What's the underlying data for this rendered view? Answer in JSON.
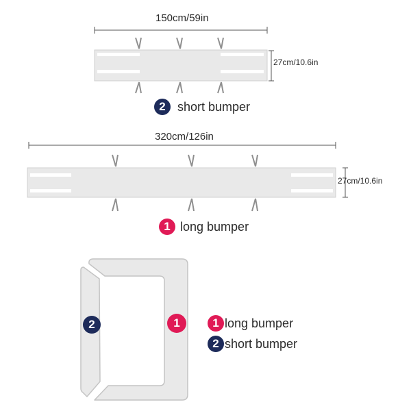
{
  "short_bumper": {
    "width_label": "150cm/59in",
    "height_label": "27cm/10.6in",
    "number": "2",
    "name": "short bumper"
  },
  "long_bumper": {
    "width_label": "320cm/126in",
    "height_label": "27cm/10.6in",
    "number": "1",
    "name": "long bumper"
  },
  "layout_legend": {
    "items": [
      {
        "number": "1",
        "name": "long bumper"
      },
      {
        "number": "2",
        "name": "short bumper"
      }
    ]
  },
  "colors": {
    "bumper_fill": "#e9e9e9",
    "outline": "#c8c8c8",
    "badge_long": "#e01a56",
    "badge_short": "#1d2b5a"
  }
}
